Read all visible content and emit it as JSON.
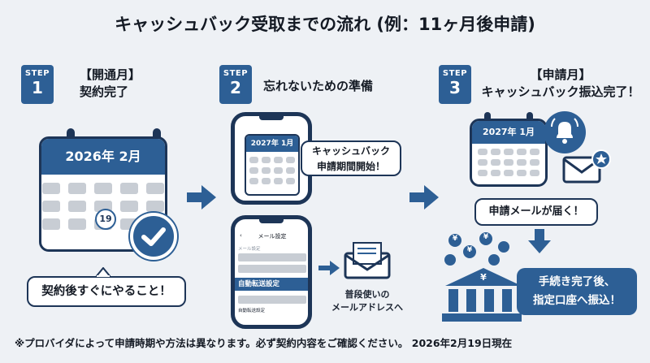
{
  "title": "キャッシュバック受取までの流れ (例：11ヶ月後申請)",
  "steps": [
    {
      "label": "STEP",
      "num": "1",
      "heading_line1": "【開通月】",
      "heading_line2": "契約完了"
    },
    {
      "label": "STEP",
      "num": "2",
      "heading_line1": "忘れないための準備"
    },
    {
      "label": "STEP",
      "num": "3",
      "heading_line1": "【申請月】",
      "heading_line2": "キャッシュバック振込完了！"
    }
  ],
  "step1": {
    "calendar_month": "2026年 2月",
    "highlight_day": "19",
    "callout": "契約後すぐにやること！"
  },
  "step2": {
    "phone_calendar_month": "2027年 1月",
    "bubble_line1": "キャッシュバック",
    "bubble_line2": "申請期間開始！",
    "settings_title": "メール設定",
    "settings_row1": "メール設定",
    "settings_highlight": "自動転送設定",
    "settings_row3": "自動転送設定",
    "mail_caption_line1": "普段使いの",
    "mail_caption_line2": "メールアドレスへ"
  },
  "step3": {
    "calendar_month": "2027年 1月",
    "mail_callout": "申請メールが届く！",
    "final_line1": "手続き完了後、",
    "final_line2": "指定口座へ振込！",
    "coin_symbol": "¥"
  },
  "footer": "※プロバイダによって申請時期や方法は異なります。必ず契約内容をご確認ください。 2026年2月19日現在",
  "colors": {
    "primary": "#2d5f95",
    "dark": "#1d3557",
    "background": "#eef1f5",
    "cell": "#c8cdd4"
  }
}
